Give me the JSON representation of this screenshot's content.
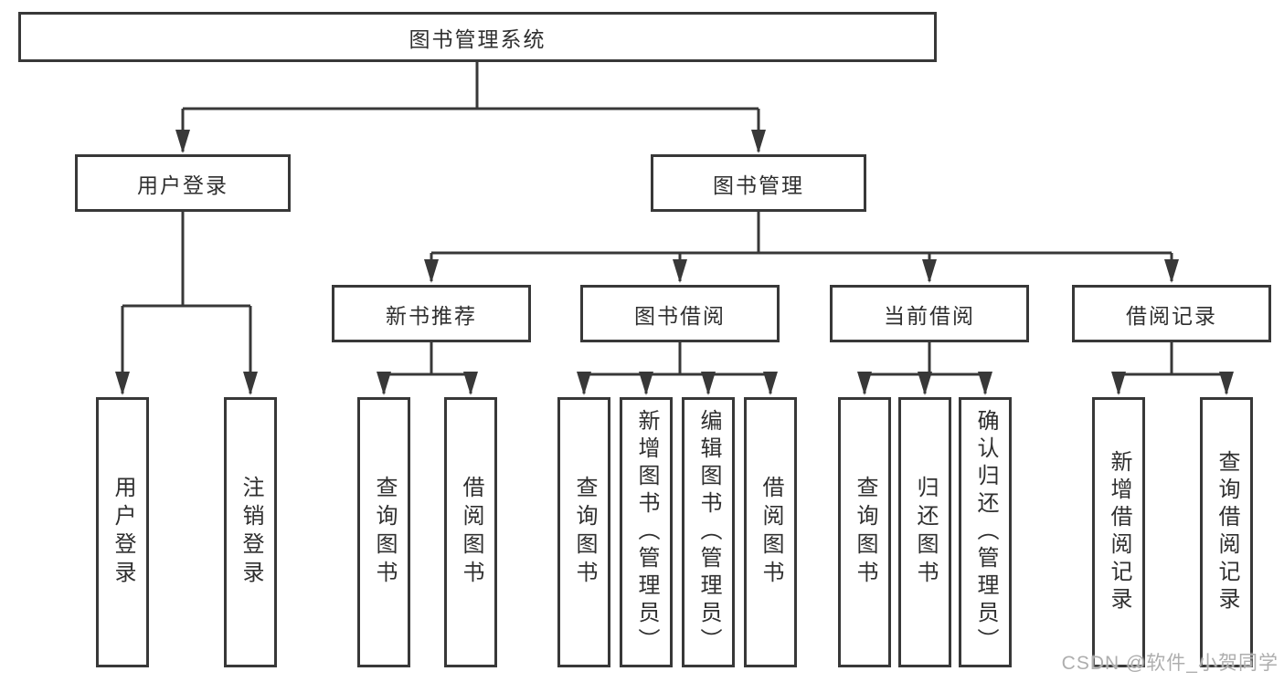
{
  "tree": {
    "root": {
      "label": "图书管理系统"
    },
    "branches": [
      {
        "label": "用户登录",
        "children": [
          {
            "label": "用户登录"
          },
          {
            "label": "注销登录"
          }
        ]
      },
      {
        "label": "图书管理",
        "children": [
          {
            "label": "新书推荐",
            "children": [
              {
                "label": "查询图书"
              },
              {
                "label": "借阅图书"
              }
            ]
          },
          {
            "label": "图书借阅",
            "children": [
              {
                "label": "查询图书"
              },
              {
                "label": "新增图书（管理员）"
              },
              {
                "label": "编辑图书（管理员）"
              },
              {
                "label": "借阅图书"
              }
            ]
          },
          {
            "label": "当前借阅",
            "children": [
              {
                "label": "查询图书"
              },
              {
                "label": "归还图书"
              },
              {
                "label": "确认归还（管理员）"
              }
            ]
          },
          {
            "label": "借阅记录",
            "children": [
              {
                "label": "新增借阅记录"
              },
              {
                "label": "查询借阅记录"
              }
            ]
          }
        ]
      }
    ]
  },
  "watermark": {
    "text": "CSDN @软件_小贺同学"
  },
  "colors": {
    "line": "#383838",
    "text": "#2f2f2f",
    "box_background": "#ffffff",
    "watermark": "#aeaeae",
    "page_background": "#ffffff"
  }
}
